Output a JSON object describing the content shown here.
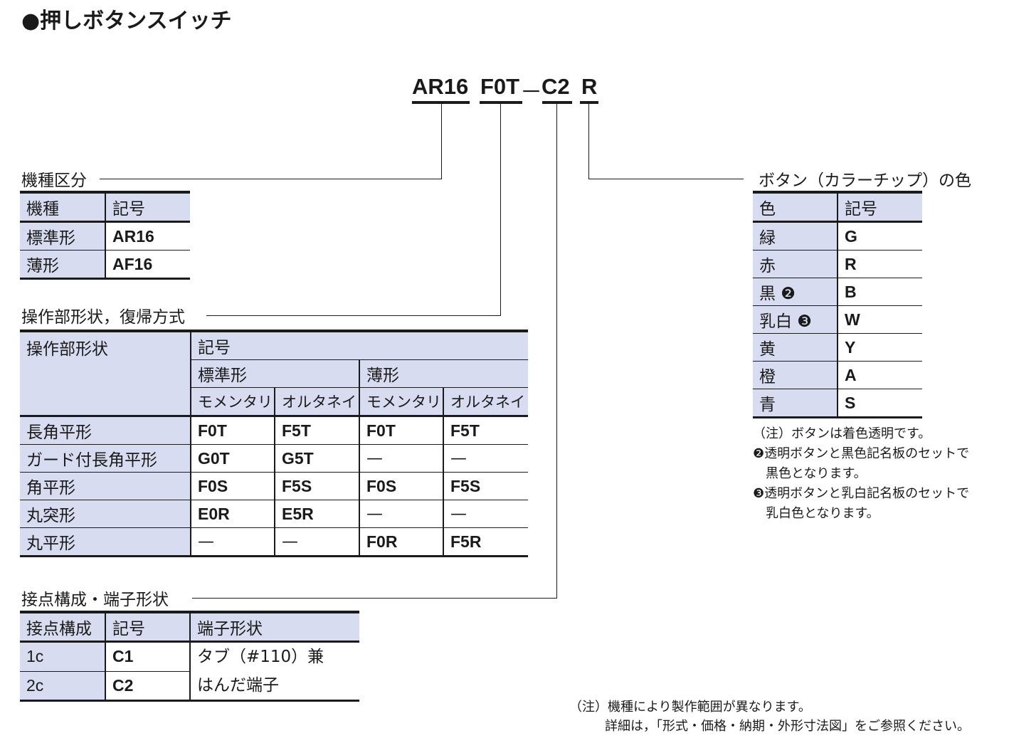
{
  "title": "●押しボタンスイッチ",
  "model_code": {
    "parts": [
      "AR16",
      "F0T",
      "C2",
      "R"
    ],
    "dash": "－"
  },
  "sections": {
    "model": {
      "label": "機種区分",
      "headers": [
        "機種",
        "記号"
      ],
      "rows": [
        [
          "標準形",
          "AR16"
        ],
        [
          "薄形",
          "AF16"
        ]
      ]
    },
    "operation": {
      "label": "操作部形状，復帰方式",
      "header_shape": "操作部形状",
      "header_symbol": "記号",
      "header_standard": "標準形",
      "header_thin": "薄形",
      "sub_headers": [
        "モメンタリ",
        "オルタネイト",
        "モメンタリ",
        "オルタネイト"
      ],
      "rows": [
        [
          "長角平形",
          "F0T",
          "F5T",
          "F0T",
          "F5T"
        ],
        [
          "ガード付長角平形",
          "G0T",
          "G5T",
          "—",
          "—"
        ],
        [
          "角平形",
          "F0S",
          "F5S",
          "F0S",
          "F5S"
        ],
        [
          "丸突形",
          "E0R",
          "E5R",
          "—",
          "—"
        ],
        [
          "丸平形",
          "—",
          "—",
          "F0R",
          "F5R"
        ]
      ]
    },
    "contact": {
      "label": "接点構成・端子形状",
      "headers": [
        "接点構成",
        "記号",
        "端子形状"
      ],
      "rows": [
        [
          "1c",
          "C1"
        ],
        [
          "2c",
          "C2"
        ]
      ],
      "terminal_lines": [
        "タブ（#110）兼",
        "はんだ端子"
      ]
    },
    "color": {
      "label": "ボタン（カラーチップ）の色",
      "headers": [
        "色",
        "記号"
      ],
      "rows": [
        [
          "緑",
          "G"
        ],
        [
          "赤",
          "R"
        ],
        [
          "黒 ❷",
          "B"
        ],
        [
          "乳白 ❸",
          "W"
        ],
        [
          "黄",
          "Y"
        ],
        [
          "橙",
          "A"
        ],
        [
          "青",
          "S"
        ]
      ],
      "notes": [
        "（注）ボタンは着色透明です。",
        "❷透明ボタンと黒色記名板のセットで",
        "　黒色となります。",
        "❸透明ボタンと乳白記名板のセットで",
        "　乳白色となります。"
      ]
    }
  },
  "footer_notes": [
    "（注）機種により製作範囲が異なります。",
    "詳細は，「形式・価格・納期・外形寸法図」をご参照ください。"
  ],
  "colors": {
    "header_fill": "#d8dcf0",
    "ink": "#1a1a1a"
  }
}
